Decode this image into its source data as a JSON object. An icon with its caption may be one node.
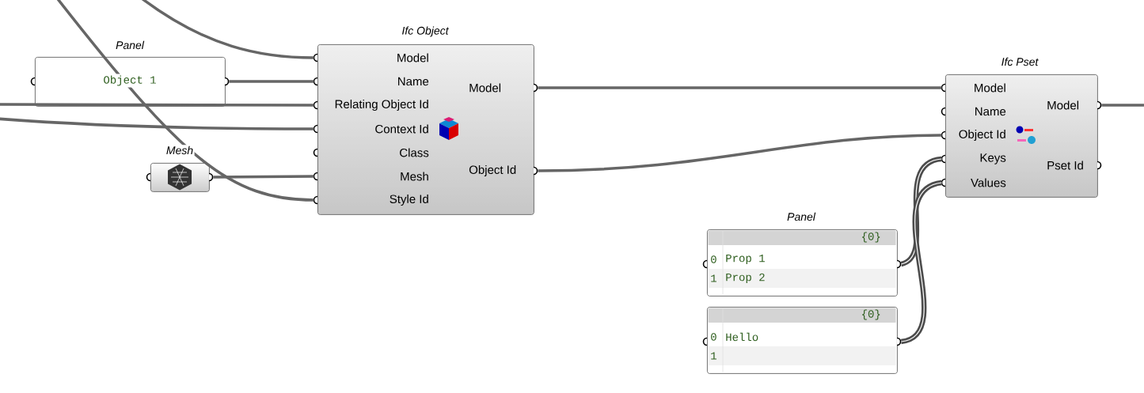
{
  "diagram": {
    "nodes": [
      {
        "text": [
          "Object 1"
        ],
        "beside": [
          "Panel"
        ]
      },
      {
        "text": [],
        "shape": "box",
        "beside": [
          "Mesh"
        ]
      },
      {
        "text": [
          "Model",
          "Name",
          "Relating Object Id",
          "Context Id",
          "Class",
          "Mesh",
          "Style Id",
          "Model",
          "Object Id"
        ],
        "beside": [
          "Ifc Object"
        ]
      },
      {
        "text": [
          "Model",
          "Name",
          "Object Id",
          "Keys",
          "Values",
          "Model",
          "Pset Id"
        ],
        "beside": [
          "Ifc Pset"
        ]
      },
      {
        "text": [
          "{0}",
          "0",
          "Prop 1",
          "1",
          "Prop 2"
        ],
        "beside": [
          "Panel"
        ]
      },
      {
        "text": [
          "{0}",
          "0",
          "Hello",
          "1"
        ]
      }
    ],
    "edges": [
      {
        "from": null,
        "to": 2,
        "arrow": "none"
      },
      {
        "from": 0,
        "to": 2,
        "arrow": "none"
      },
      {
        "from": null,
        "to": 2,
        "arrow": "none"
      },
      {
        "from": null,
        "to": 2,
        "arrow": "none"
      },
      {
        "from": 1,
        "to": 2,
        "arrow": "none"
      },
      {
        "from": null,
        "to": 2,
        "arrow": "none"
      },
      {
        "from": 2,
        "to": 3,
        "arrow": "none"
      },
      {
        "from": 2,
        "to": 3,
        "arrow": "none"
      },
      {
        "from": 4,
        "to": 3,
        "arrow": "none",
        "style": "thick"
      },
      {
        "from": 5,
        "to": 3,
        "arrow": "none",
        "style": "thick"
      },
      {
        "from": 3,
        "to": null,
        "arrow": "none"
      }
    ]
  }
}
